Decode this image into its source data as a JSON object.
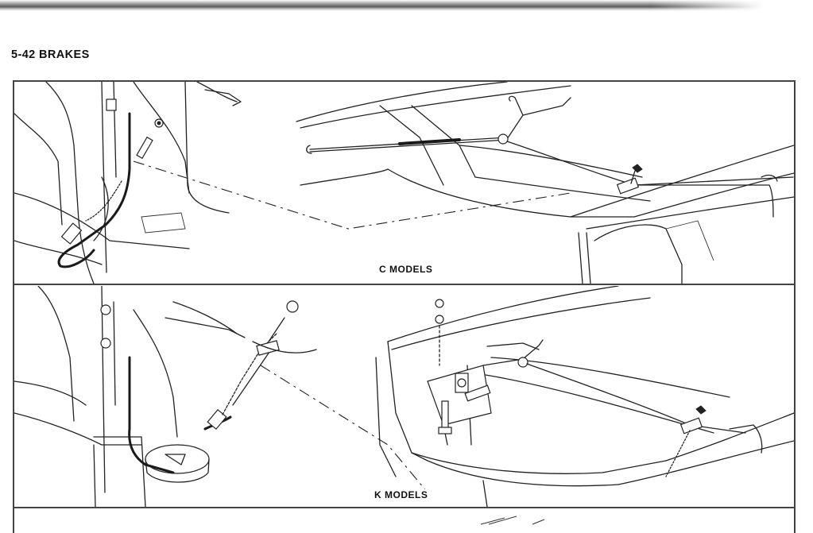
{
  "page": {
    "heading": "5-42 BRAKES"
  },
  "figure": {
    "panels": [
      {
        "caption": "C MODELS"
      },
      {
        "caption": "K MODELS"
      }
    ]
  },
  "icons": [
    "parking-brake-cable-drawing",
    "cable-equalizer-drawing",
    "adjusting-nut-drawing"
  ]
}
